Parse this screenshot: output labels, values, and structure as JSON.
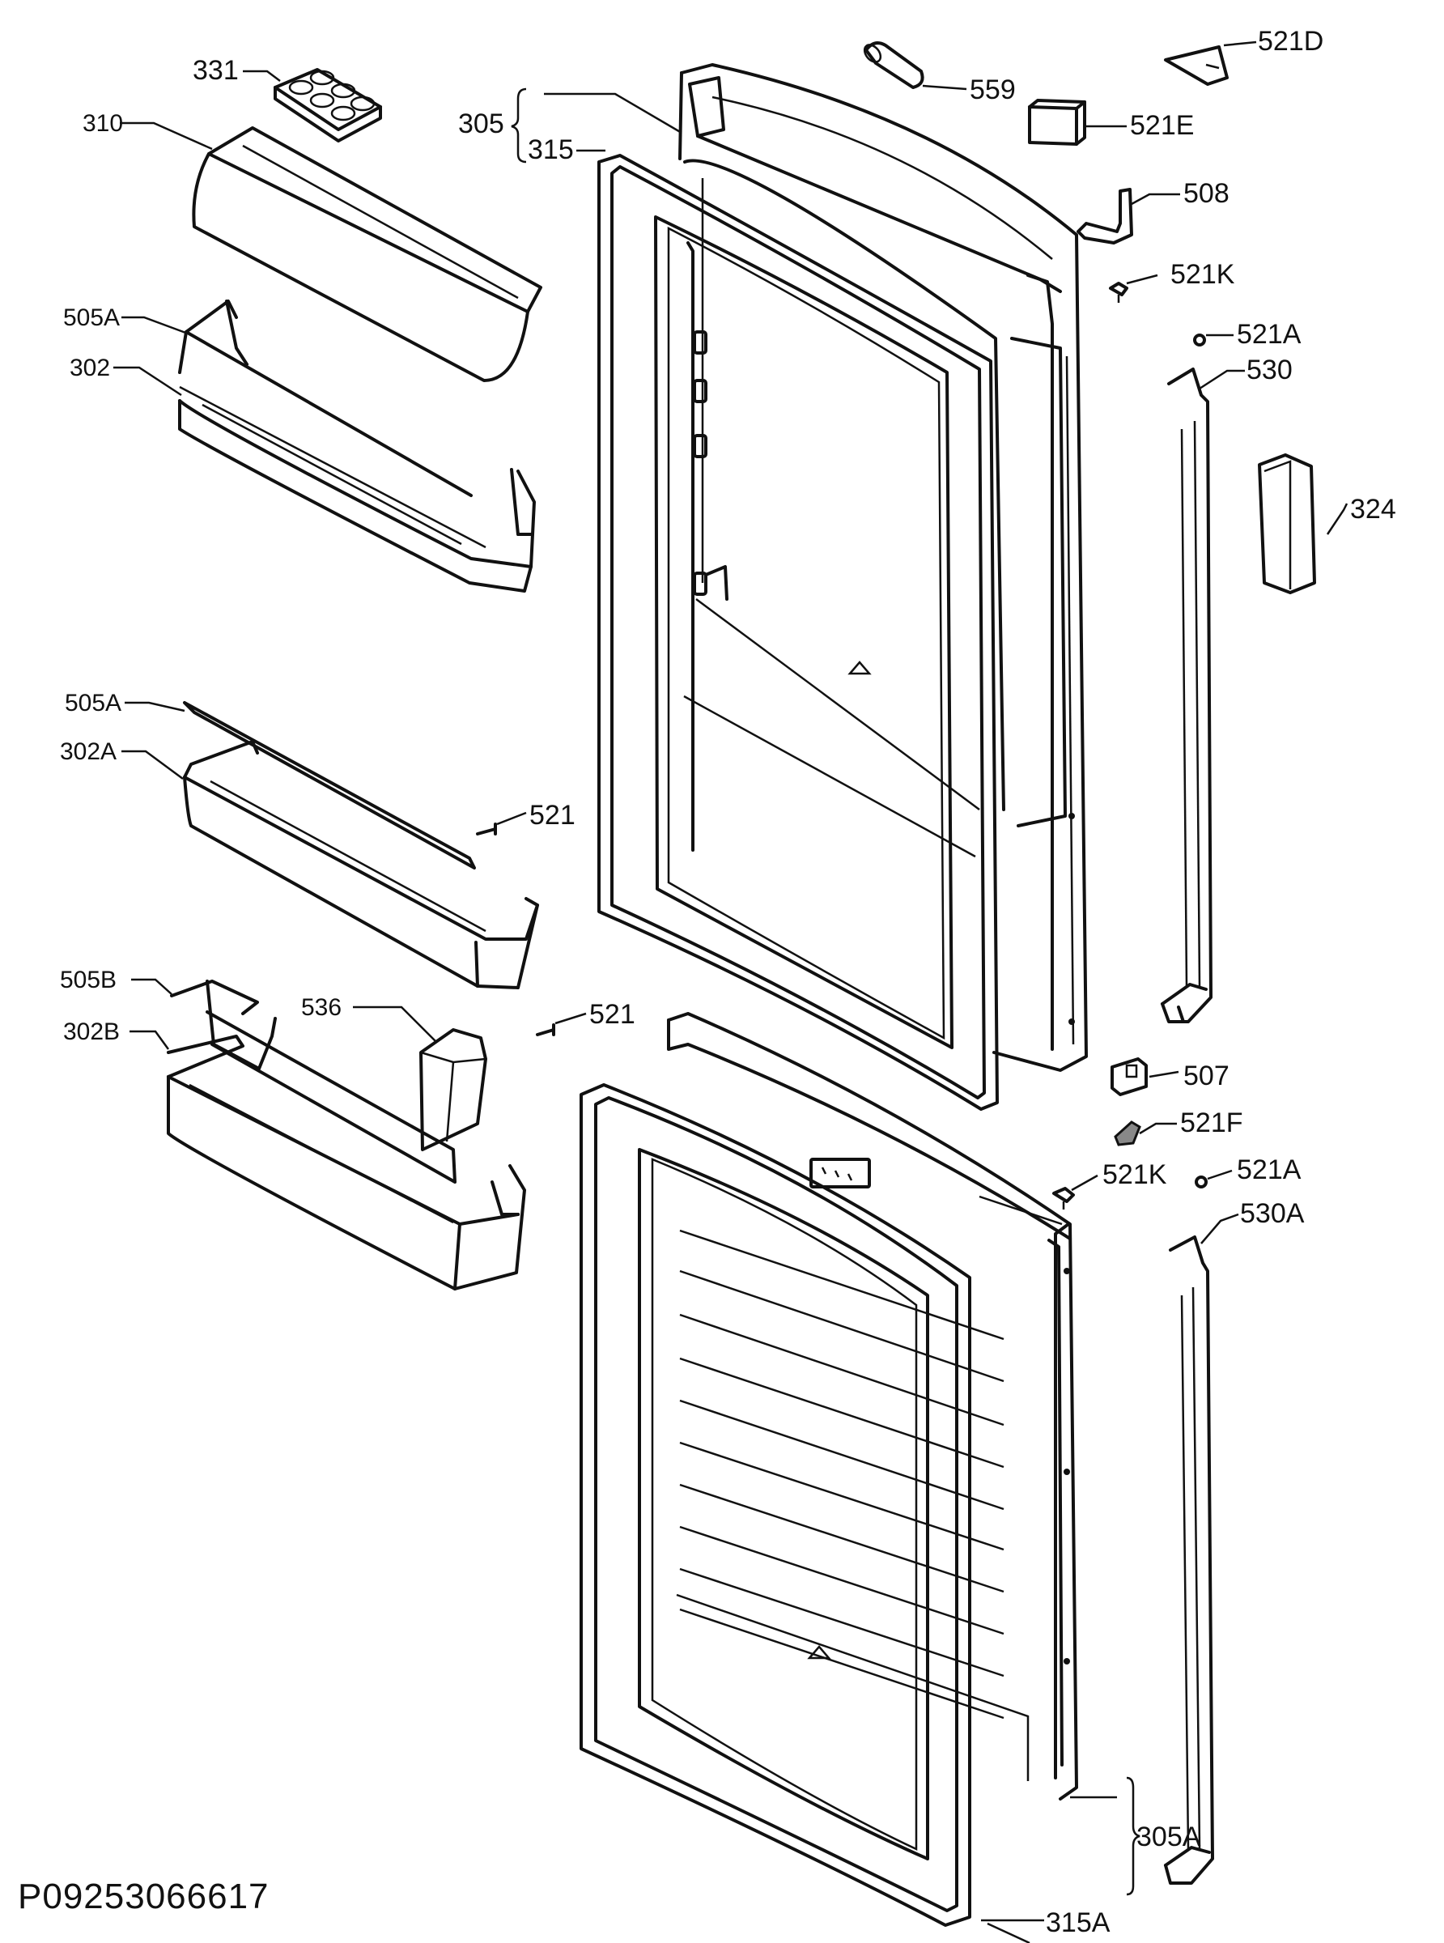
{
  "document_id": "P09253066617",
  "callouts": {
    "c331": "331",
    "c310": "310",
    "c505a_top": "505A",
    "c302": "302",
    "c305": "305",
    "c315": "315",
    "c559": "559",
    "c521d": "521D",
    "c521e": "521E",
    "c508": "508",
    "c521k_top": "521K",
    "c521a_top": "521A",
    "c530": "530",
    "c324": "324",
    "c505a_mid": "505A",
    "c302a": "302A",
    "c521_top": "521",
    "c505b": "505B",
    "c302b": "302B",
    "c536": "536",
    "c521_mid": "521",
    "c507": "507",
    "c521f": "521F",
    "c521k_bot": "521K",
    "c521a_bot": "521A",
    "c530a": "530A",
    "c315a": "315A",
    "c305a": "305A"
  }
}
